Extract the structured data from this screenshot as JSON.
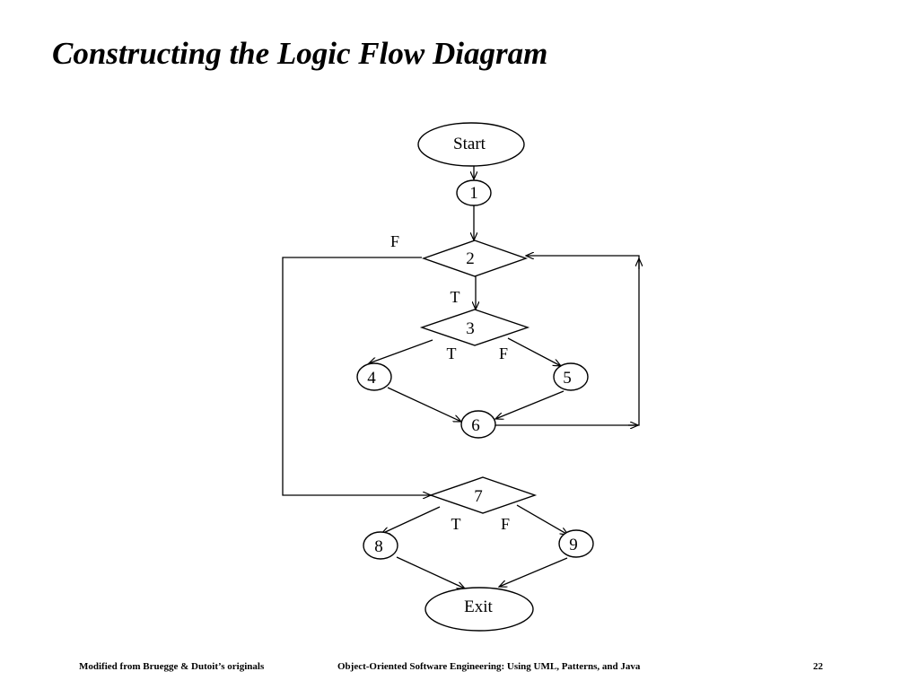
{
  "slide": {
    "title": "Constructing the Logic Flow Diagram"
  },
  "diagram": {
    "nodes": {
      "start": {
        "label": "Start",
        "shape": "ellipse"
      },
      "n1": {
        "label": "1",
        "shape": "circle"
      },
      "n2": {
        "label": "2",
        "shape": "diamond"
      },
      "n3": {
        "label": "3",
        "shape": "diamond"
      },
      "n4": {
        "label": "4",
        "shape": "circle"
      },
      "n5": {
        "label": "5",
        "shape": "circle"
      },
      "n6": {
        "label": "6",
        "shape": "circle"
      },
      "n7": {
        "label": "7",
        "shape": "diamond"
      },
      "n8": {
        "label": "8",
        "shape": "circle"
      },
      "n9": {
        "label": "9",
        "shape": "circle"
      },
      "exit": {
        "label": "Exit",
        "shape": "ellipse"
      }
    },
    "edge_labels": {
      "n2_false": "F",
      "n2_true": "T",
      "n3_true": "T",
      "n3_false": "F",
      "n7_true": "T",
      "n7_false": "F"
    }
  },
  "footer": {
    "left": "Modified from Bruegge & Dutoit’s originals",
    "center": "Object-Oriented Software Engineering: Using UML, Patterns, and Java",
    "page_number": "22"
  }
}
